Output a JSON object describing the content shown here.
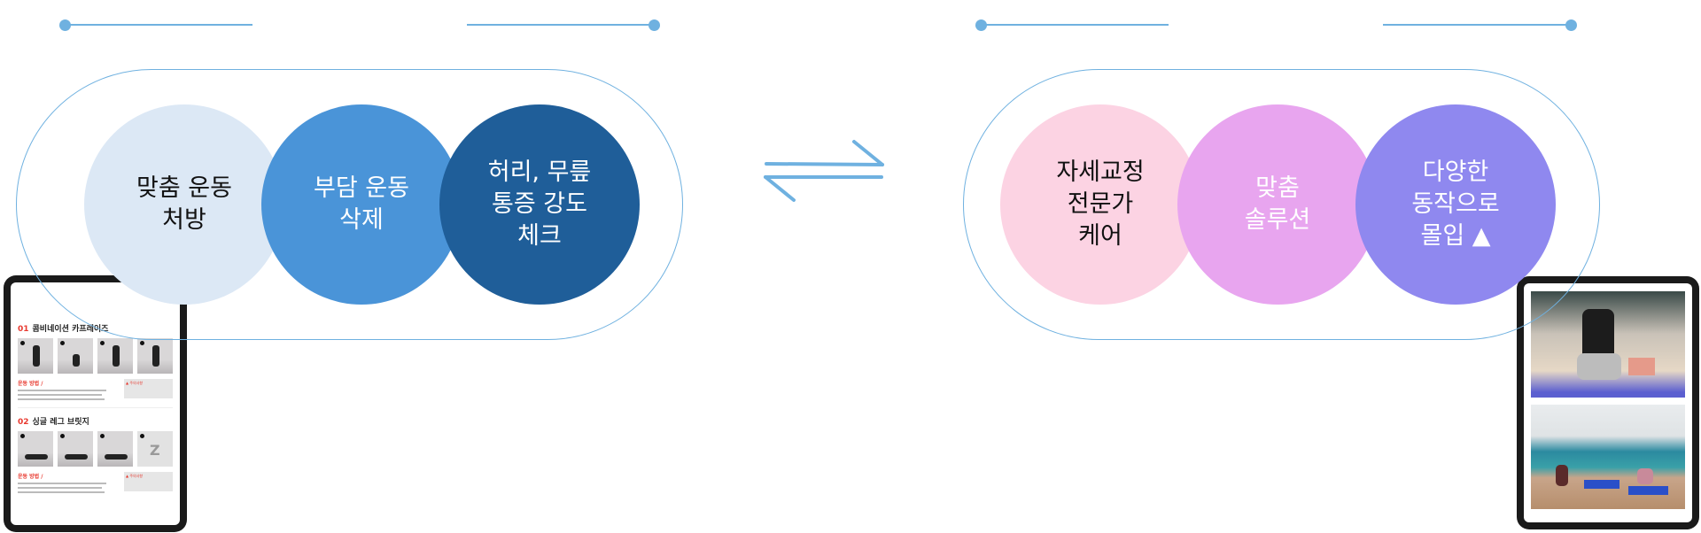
{
  "colors": {
    "accent_line": "#6fb1e0",
    "left_circles": [
      "#dce8f5",
      "#4a94d8",
      "#1f5e99"
    ],
    "right_circles": [
      "#fcd3e3",
      "#e8a5ef",
      "#8f88ef"
    ]
  },
  "left_group": {
    "circles": [
      {
        "label": "맞춤 운동\n처방"
      },
      {
        "label": "부담 운동\n삭제"
      },
      {
        "label": "허리, 무릎\n통증 강도\n체크"
      }
    ]
  },
  "right_group": {
    "circles": [
      {
        "label": "자세교정\n전문가\n케어"
      },
      {
        "label": "맞춤\n솔루션"
      },
      {
        "label": "다양한\n동작으로\n몰입 ▲"
      }
    ]
  },
  "exchange_icon": "bidirectional-arrows-icon",
  "left_tablet": {
    "sections": [
      {
        "num": "01",
        "title": "콤비네이션 카프레이즈",
        "method_label": "운동 방법",
        "caution_label": "▲ 주의사항"
      },
      {
        "num": "02",
        "title": "싱글 레그 브릿지",
        "method_label": "운동 방법",
        "caution_label": "▲ 주의사항"
      }
    ]
  }
}
